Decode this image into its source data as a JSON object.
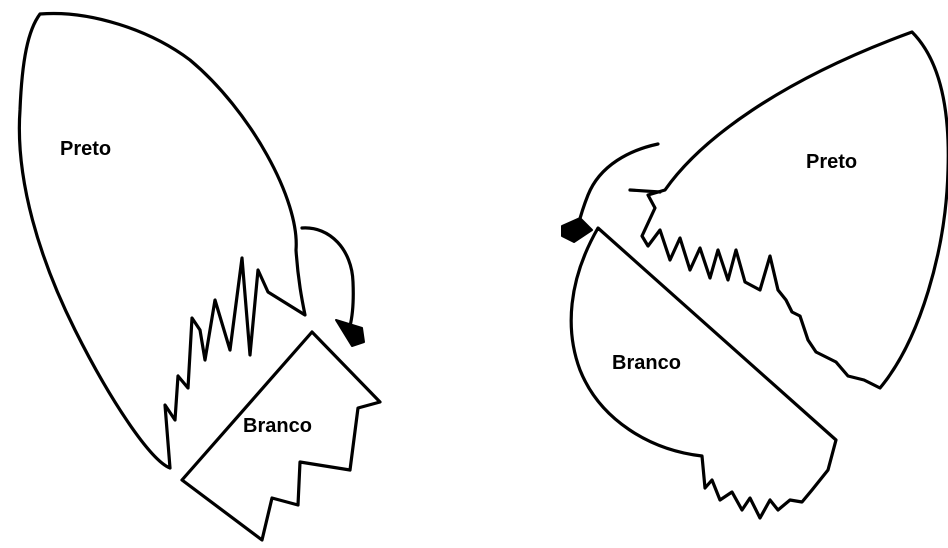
{
  "left_figure": {
    "black_label": "Preto",
    "white_label": "Branco"
  },
  "right_figure": {
    "black_label": "Preto",
    "white_label": "Branco"
  },
  "colors": {
    "ink": "#000000",
    "background": "#ffffff"
  }
}
